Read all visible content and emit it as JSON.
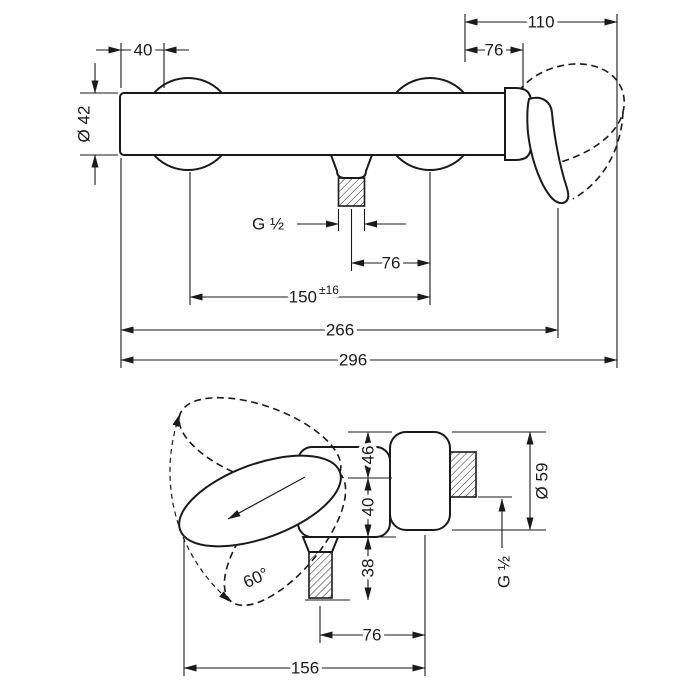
{
  "drawing": {
    "colors": {
      "line": "#1a1a1a",
      "background": "#ffffff"
    },
    "views": {
      "front": {
        "dim_110": "110",
        "dim_76_handle": "76",
        "dim_40": "40",
        "dia_body": "Ø 42",
        "thread": "G ½",
        "dim_76_outlet": "76",
        "dim_150": "150",
        "dim_150_tol": "±16",
        "dim_266": "266",
        "dim_296": "296"
      },
      "side": {
        "dim_46": "46",
        "dim_40": "40",
        "dim_38": "38",
        "swing_angle": "60°",
        "dim_76": "76",
        "dim_156": "156",
        "dia_escutcheon": "Ø 59",
        "thread": "G ½"
      }
    }
  }
}
